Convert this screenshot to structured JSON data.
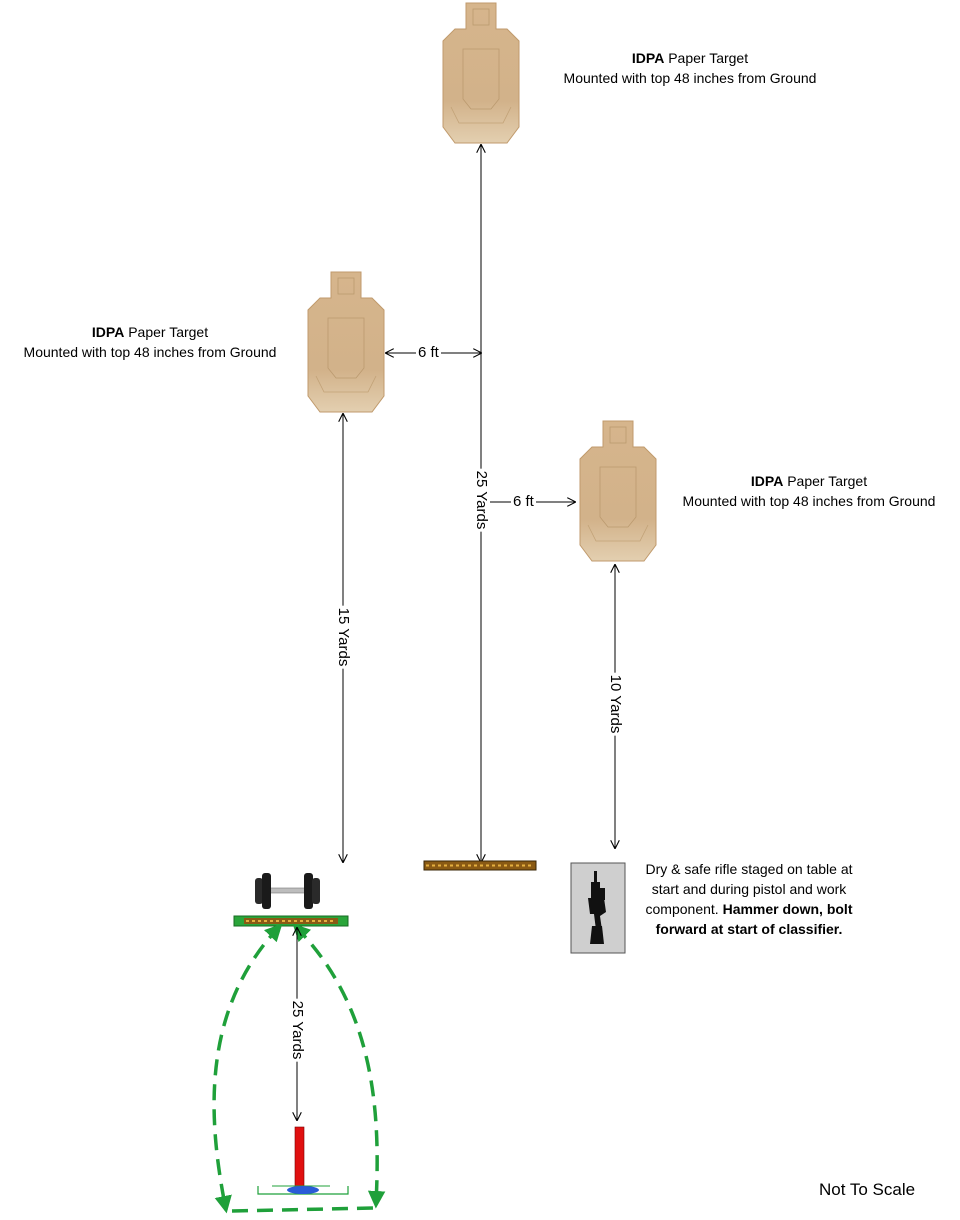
{
  "targets": [
    {
      "bold": "IDPA",
      "label": "Paper Target",
      "mount": "Mounted with top 48 inches from Ground"
    },
    {
      "bold": "IDPA",
      "label": "Paper Target",
      "mount": "Mounted with top 48 inches from Ground"
    },
    {
      "bold": "IDPA",
      "label": "Paper Target",
      "mount": "Mounted with top 48 inches from Ground"
    }
  ],
  "dimensions": {
    "left_to_center": "6 ft",
    "center_to_right": "6 ft",
    "center_distance": "25 Yards",
    "left_distance": "15 Yards",
    "right_distance": "10 Yards",
    "start_distance": "25 Yards"
  },
  "rifle_note": {
    "normal": "Dry & safe rifle staged on table at start and during pistol and work component.",
    "bold": "Hammer down, bolt forward at start of classifier."
  },
  "scale_note": "Not To Scale",
  "colors": {
    "target_fill": "#d4b48c",
    "target_edge": "#c09a6c",
    "table_fill": "#8a5a14",
    "path_green": "#1fa03a",
    "start_post": "#e01010",
    "mat_blue": "#2a5bd7"
  }
}
